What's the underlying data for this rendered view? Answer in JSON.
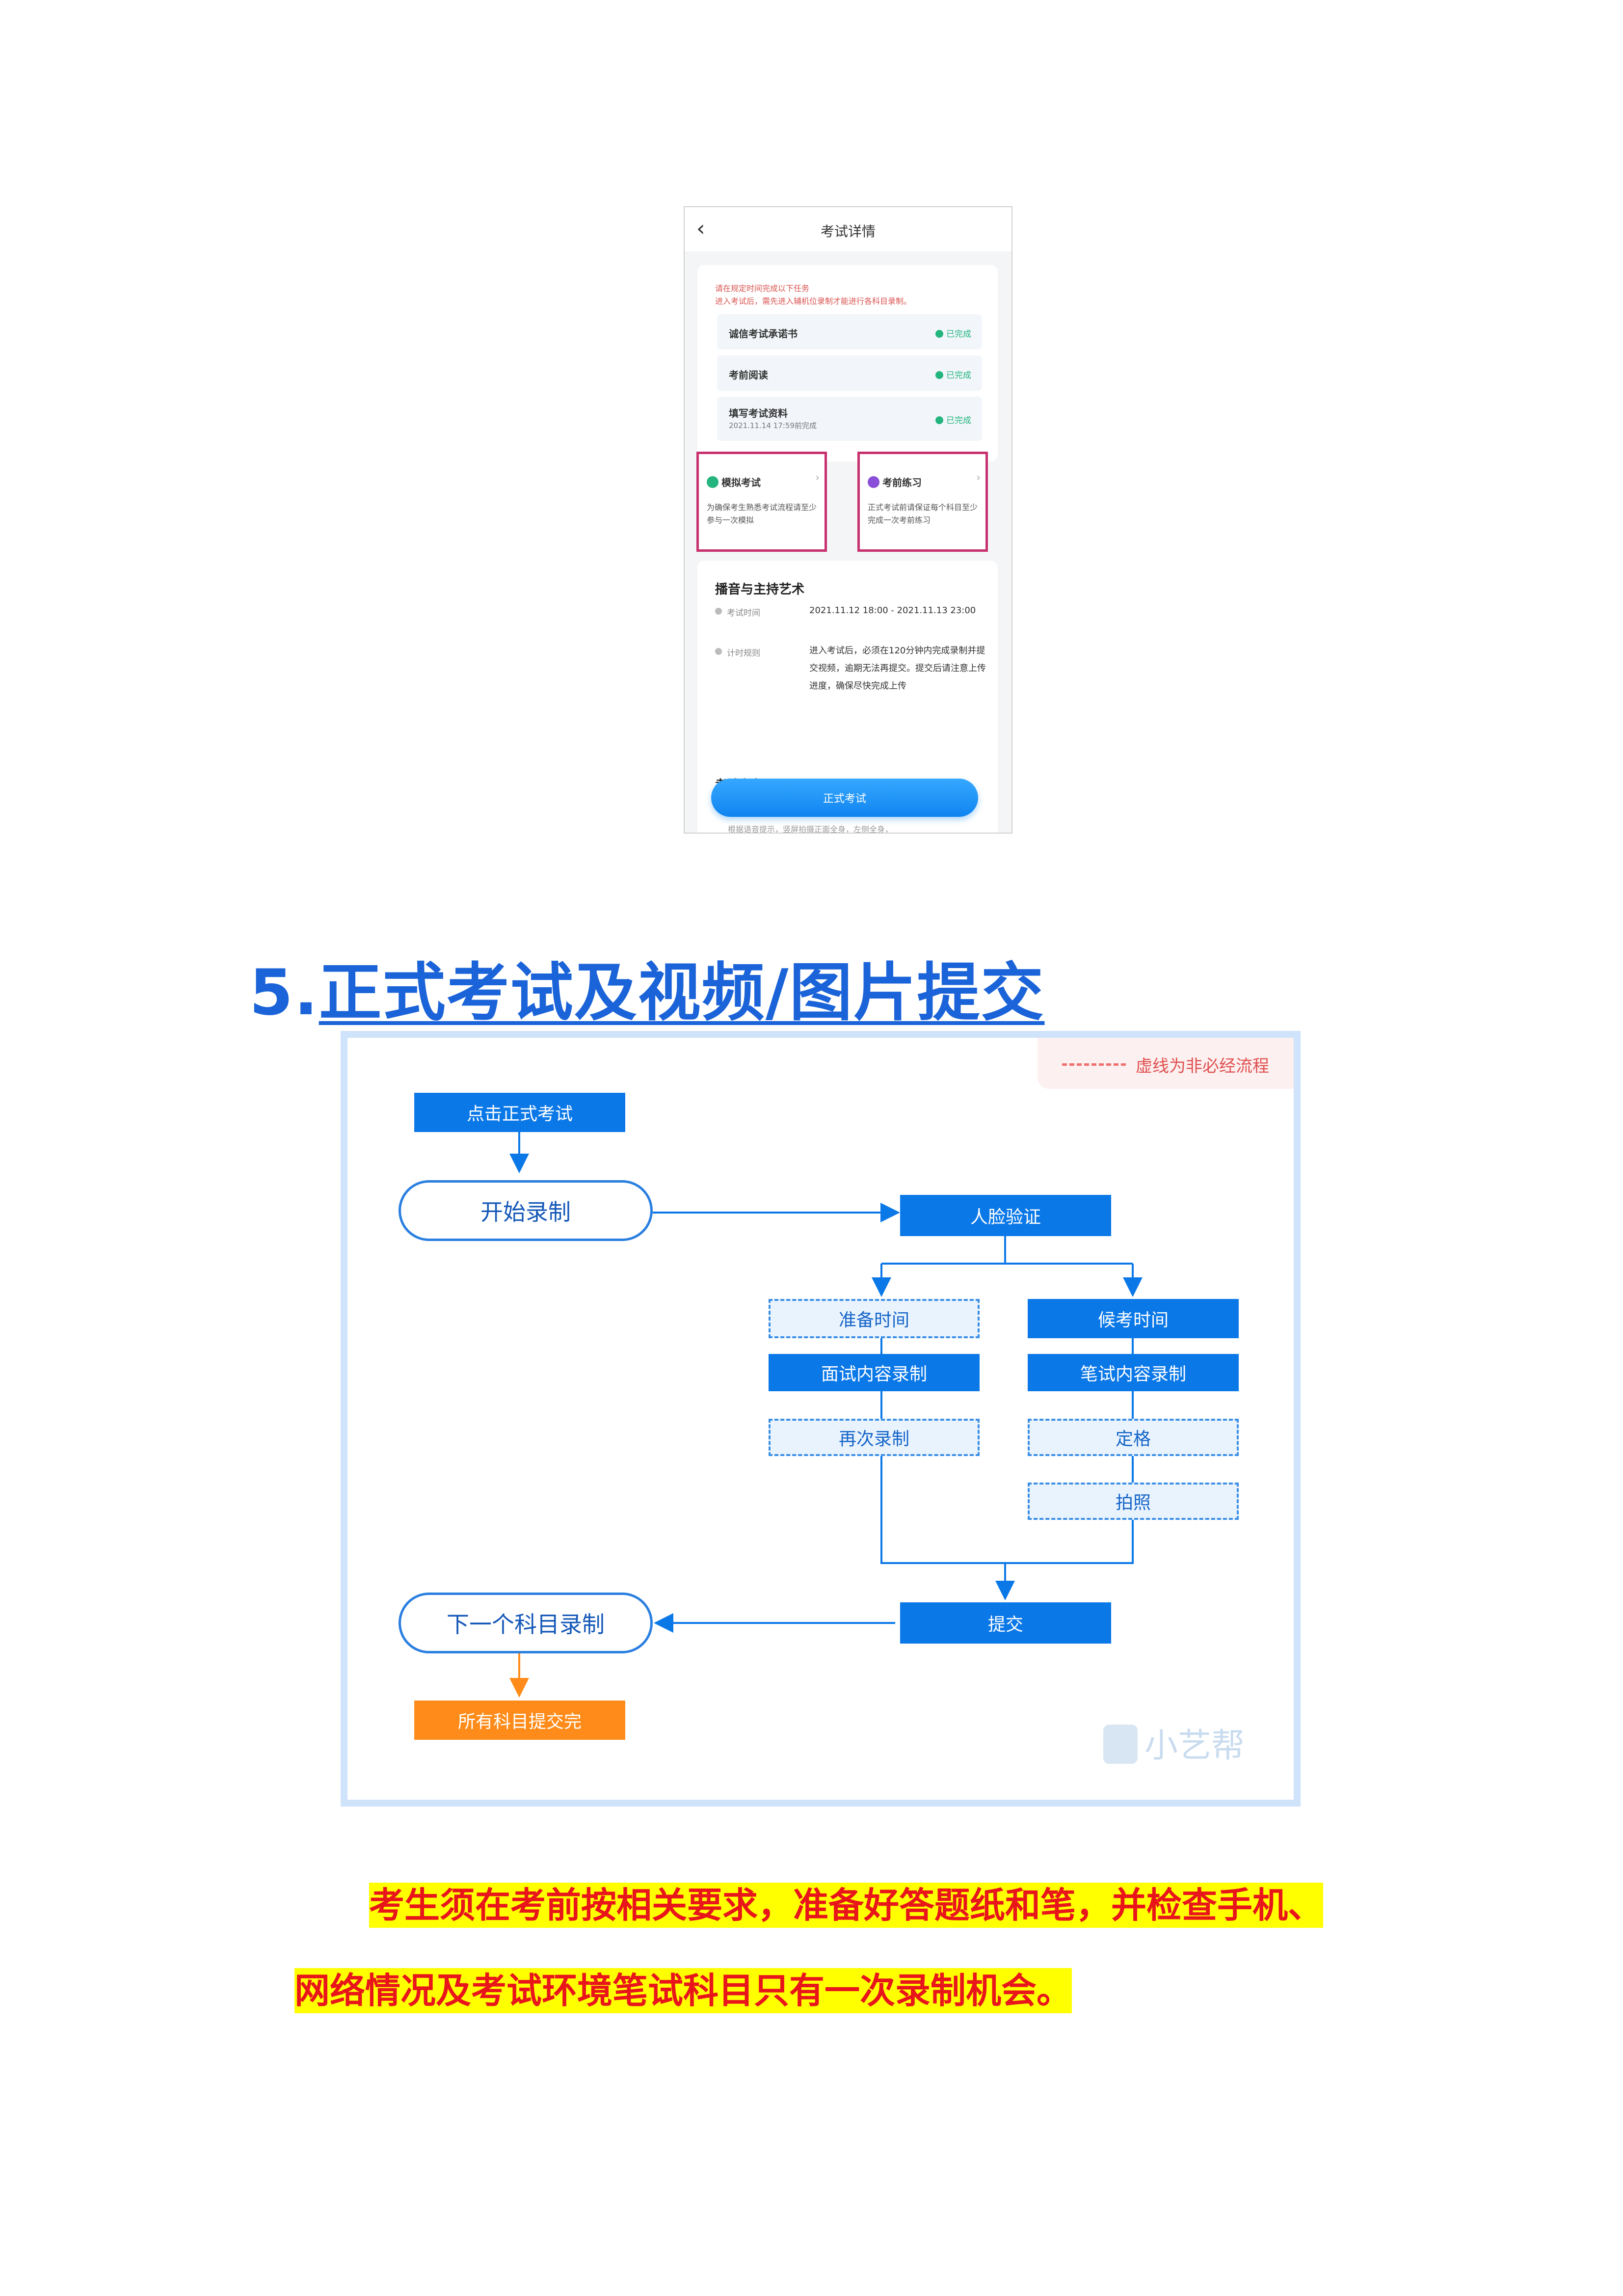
{
  "phone": {
    "title": "考试详情",
    "back_icon": "chevron-left-icon",
    "notice_lines": [
      "请在规定时间完成以下任务",
      "进入考试后，需先进入辅机位录制才能进行各科目录制。"
    ],
    "tasks": [
      {
        "label": "诚信考试承诺书",
        "status": "已完成"
      },
      {
        "label": "考前阅读",
        "status": "已完成"
      },
      {
        "label": "填写考试资料",
        "sub": "2021.11.14 17:59前完成",
        "status": "已完成"
      }
    ],
    "mock_exam": {
      "title": "模拟考试",
      "desc": "为确保考生熟悉考试流程请至少参与一次模拟"
    },
    "practice": {
      "title": "考前练习",
      "desc": "正式考试前请保证每个科目至少完成一次考前练习"
    },
    "subject": {
      "title": "播音与主持艺术",
      "time_label": "考试时间",
      "time_value": "2021.11.12 18:00 - 2021.11.13 23:00",
      "rule_label": "计时规则",
      "rule_value": "进入考试后，必须在120分钟内完成录制并提交视频，逾期无法再提交。提交后请注意上传进度，确保尽快完成上传"
    },
    "content_title": "考试内容",
    "start_button": "正式考试",
    "bottom_tip": "根据语音提示，竖屏拍摄正面全身，左侧全身，"
  },
  "heading": {
    "number": "5.",
    "text": "正式考试及视频/图片提交"
  },
  "flow": {
    "legend": "虚线为非必经流程",
    "nodes": {
      "click_exam": "点击正式考试",
      "start_record": "开始录制",
      "face_verify": "人脸验证",
      "prep_time": "准备时间",
      "wait_time": "候考时间",
      "interview_record": "面试内容录制",
      "written_record": "笔试内容录制",
      "re_record": "再次录制",
      "freeze": "定格",
      "photo": "拍照",
      "submit": "提交",
      "next_subject": "下一个科目录制",
      "all_done": "所有科目提交完"
    },
    "watermark": "小艺帮",
    "colors": {
      "blue": "#0b78e8",
      "orange": "#ff8c1a",
      "dashed_red": "#f07070"
    }
  },
  "paragraph": {
    "line1": "考生须在考前按相关要求，准备好答题纸和笔，并检查手机、",
    "line2": "网络情况及考试环境笔试科目只有一次录制机会。"
  }
}
